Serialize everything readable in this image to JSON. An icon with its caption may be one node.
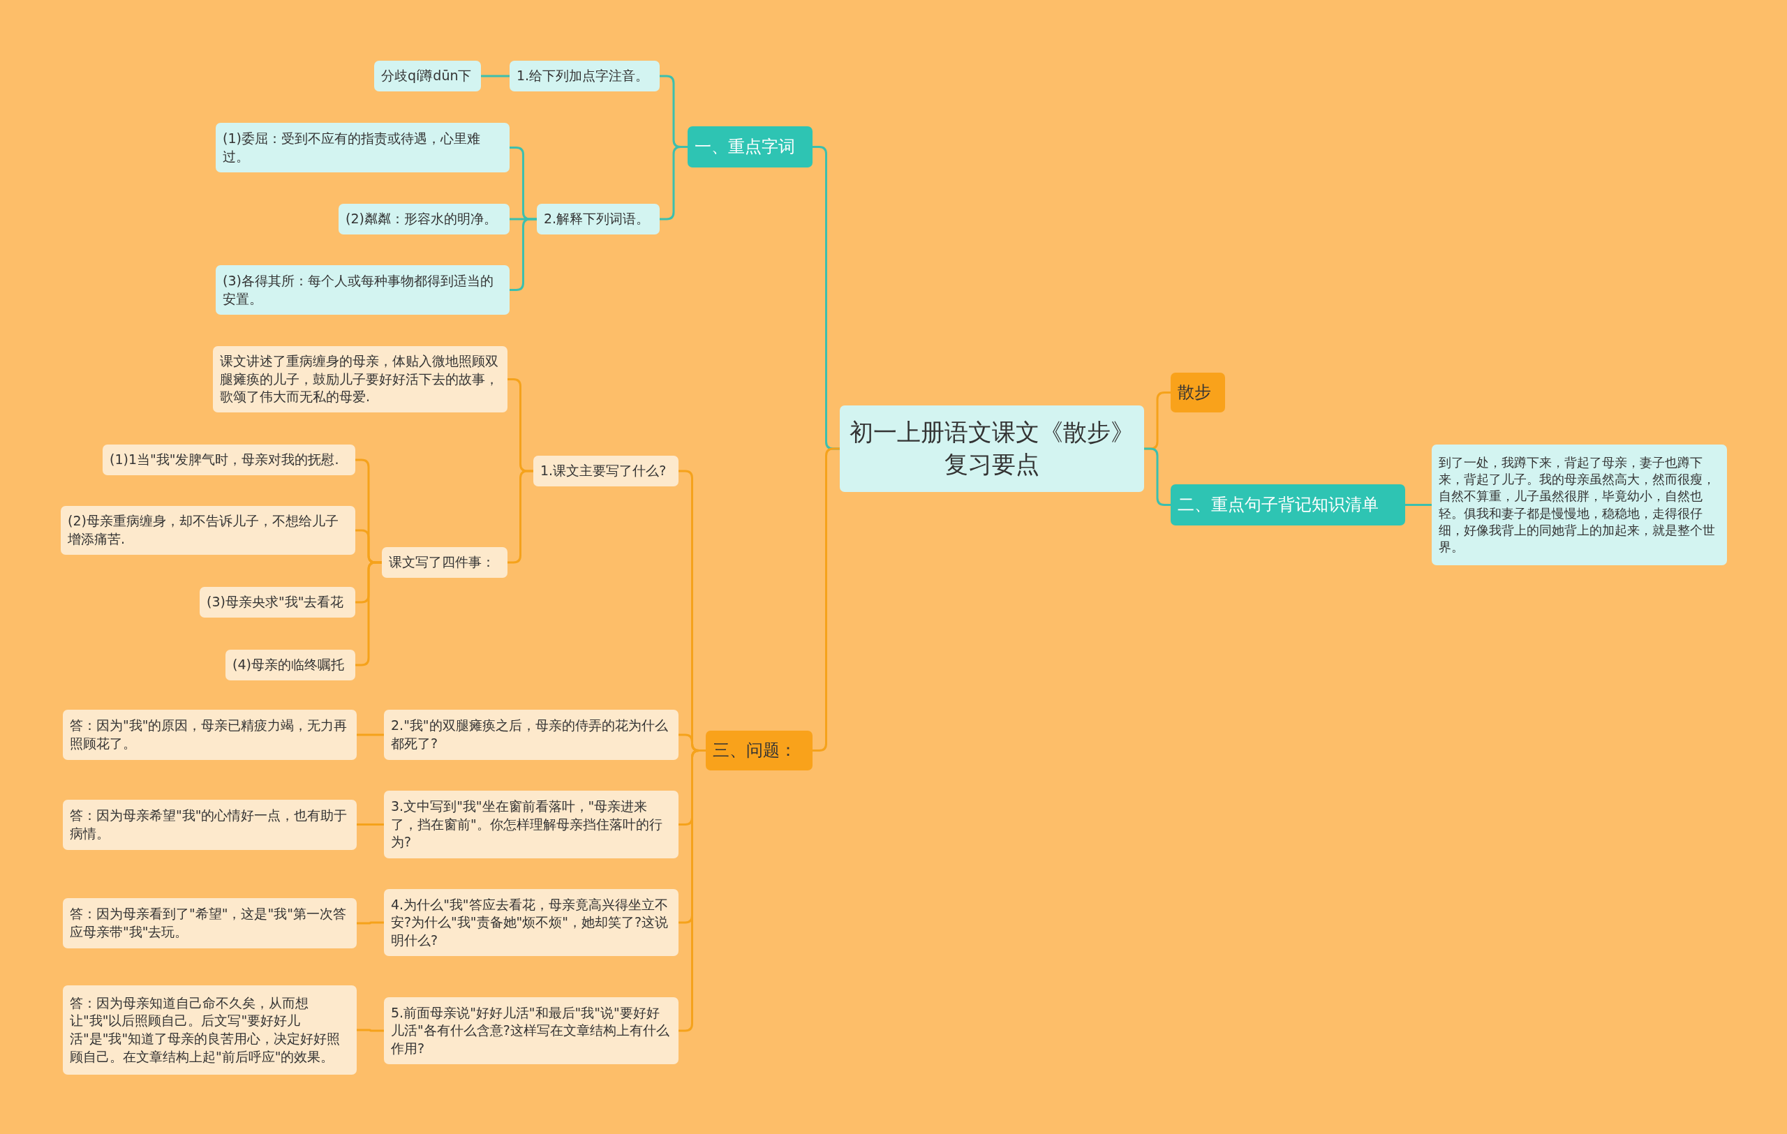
{
  "diagram": {
    "nodes": [
      {
        "text": [
          "初一上册语文课文《散步》复习要点"
        ]
      },
      {
        "text": [
          "散步"
        ]
      },
      {
        "text": [
          "二、重点句子背记知识清单"
        ]
      },
      {
        "text": [
          "到了一处，我蹲下来，背起了母亲，妻子也蹲下来，背起了儿子。我的母亲虽然高大，然而很瘦，自然不算重，儿子虽然很胖，毕竟幼小，自然也轻。俱我和妻子都是慢慢地，稳稳地，走得很仔细，好像我背上的同她背上的加起来，就是整个世界。"
        ]
      },
      {
        "text": [
          "一、重点字词"
        ]
      },
      {
        "text": [
          "1.给下列加点字注音。"
        ]
      },
      {
        "text": [
          "分歧qí蹲dūn下"
        ]
      },
      {
        "text": [
          "2.解释下列词语。"
        ]
      },
      {
        "text": [
          "(1)委屈：受到不应有的指责或待遇，心里难过。"
        ]
      },
      {
        "text": [
          "(2)粼粼：形容水的明净。"
        ]
      },
      {
        "text": [
          "(3)各得其所：每个人或每种事物都得到适当的安置。"
        ]
      },
      {
        "text": [
          "三、问题："
        ]
      },
      {
        "text": [
          "1.课文主要写了什么?"
        ]
      },
      {
        "text": [
          "课文讲述了重病缠身的母亲，体贴入微地照顾双腿瘫痪的儿子，鼓励儿子要好好活下去的故事，歌颂了伟大而无私的母爱."
        ]
      },
      {
        "text": [
          "课文写了四件事："
        ]
      },
      {
        "text": [
          "(1)1当\"我\"发脾气时，母亲对我的抚慰."
        ]
      },
      {
        "text": [
          "(2)母亲重病缠身，却不告诉儿子，不想给儿子增添痛苦."
        ]
      },
      {
        "text": [
          "(3)母亲央求\"我\"去看花"
        ]
      },
      {
        "text": [
          "(4)母亲的临终嘱托"
        ]
      },
      {
        "text": [
          "2.\"我\"的双腿瘫痪之后，母亲的侍弄的花为什么都死了?"
        ]
      },
      {
        "text": [
          "答：因为\"我\"的原因，母亲已精疲力竭，无力再照顾花了。"
        ]
      },
      {
        "text": [
          "3.文中写到\"我\"坐在窗前看落叶，\"母亲进来了，挡在窗前\"。你怎样理解母亲挡住落叶的行为?"
        ]
      },
      {
        "text": [
          "答：因为母亲希望\"我\"的心情好一点，也有助于病情。"
        ]
      },
      {
        "text": [
          "4.为什么\"我\"答应去看花，母亲竟高兴得坐立不安?为什么\"我\"责备她\"烦不烦\"，她却笑了?这说明什么?"
        ]
      },
      {
        "text": [
          "答：因为母亲看到了\"希望\"，这是\"我\"第一次答应母亲带\"我\"去玩。"
        ]
      },
      {
        "text": [
          "5.前面母亲说\"好好儿活\"和最后\"我\"说\"要好好儿活\"各有什么含意?这样写在文章结构上有什么作用?"
        ]
      },
      {
        "text": [
          "答：因为母亲知道自己命不久矣，从而想让\"我\"以后照顾自己。后文写\"要好好儿活\"是\"我\"知道了母亲的良苦用心，决定好好照顾自己。在文章结构上起\"前后呼应\"的效果。"
        ]
      }
    ],
    "edges": [
      {
        "from": 0,
        "to": 1,
        "arrow": "none"
      },
      {
        "from": 0,
        "to": 2,
        "arrow": "none",
        "color": "#3cbfae"
      },
      {
        "from": 2,
        "to": 3,
        "arrow": "none",
        "color": "#3cbfae"
      },
      {
        "from": 0,
        "to": 4,
        "arrow": "none",
        "color": "#3cbfae"
      },
      {
        "from": 4,
        "to": 5,
        "arrow": "none",
        "color": "#3cbfae"
      },
      {
        "from": 5,
        "to": 6,
        "arrow": "none",
        "color": "#3cbfae"
      },
      {
        "from": 4,
        "to": 7,
        "arrow": "none",
        "color": "#3cbfae"
      },
      {
        "from": 7,
        "to": 8,
        "arrow": "none",
        "color": "#3cbfae"
      },
      {
        "from": 7,
        "to": 9,
        "arrow": "none",
        "color": "#3cbfae"
      },
      {
        "from": 7,
        "to": 10,
        "arrow": "none",
        "color": "#3cbfae"
      },
      {
        "from": 0,
        "to": 11,
        "arrow": "none"
      },
      {
        "from": 11,
        "to": 12,
        "arrow": "none"
      },
      {
        "from": 12,
        "to": 13,
        "arrow": "none"
      },
      {
        "from": 12,
        "to": 14,
        "arrow": "none"
      },
      {
        "from": 14,
        "to": 15,
        "arrow": "none"
      },
      {
        "from": 14,
        "to": 16,
        "arrow": "none"
      },
      {
        "from": 14,
        "to": 17,
        "arrow": "none"
      },
      {
        "from": 14,
        "to": 18,
        "arrow": "none"
      },
      {
        "from": 11,
        "to": 19,
        "arrow": "none"
      },
      {
        "from": 19,
        "to": 20,
        "arrow": "none"
      },
      {
        "from": 11,
        "to": 21,
        "arrow": "none"
      },
      {
        "from": 21,
        "to": 22,
        "arrow": "none"
      },
      {
        "from": 11,
        "to": 23,
        "arrow": "none"
      },
      {
        "from": 23,
        "to": 24,
        "arrow": "none"
      },
      {
        "from": 11,
        "to": 25,
        "arrow": "none"
      },
      {
        "from": 25,
        "to": 26,
        "arrow": "none"
      }
    ]
  }
}
